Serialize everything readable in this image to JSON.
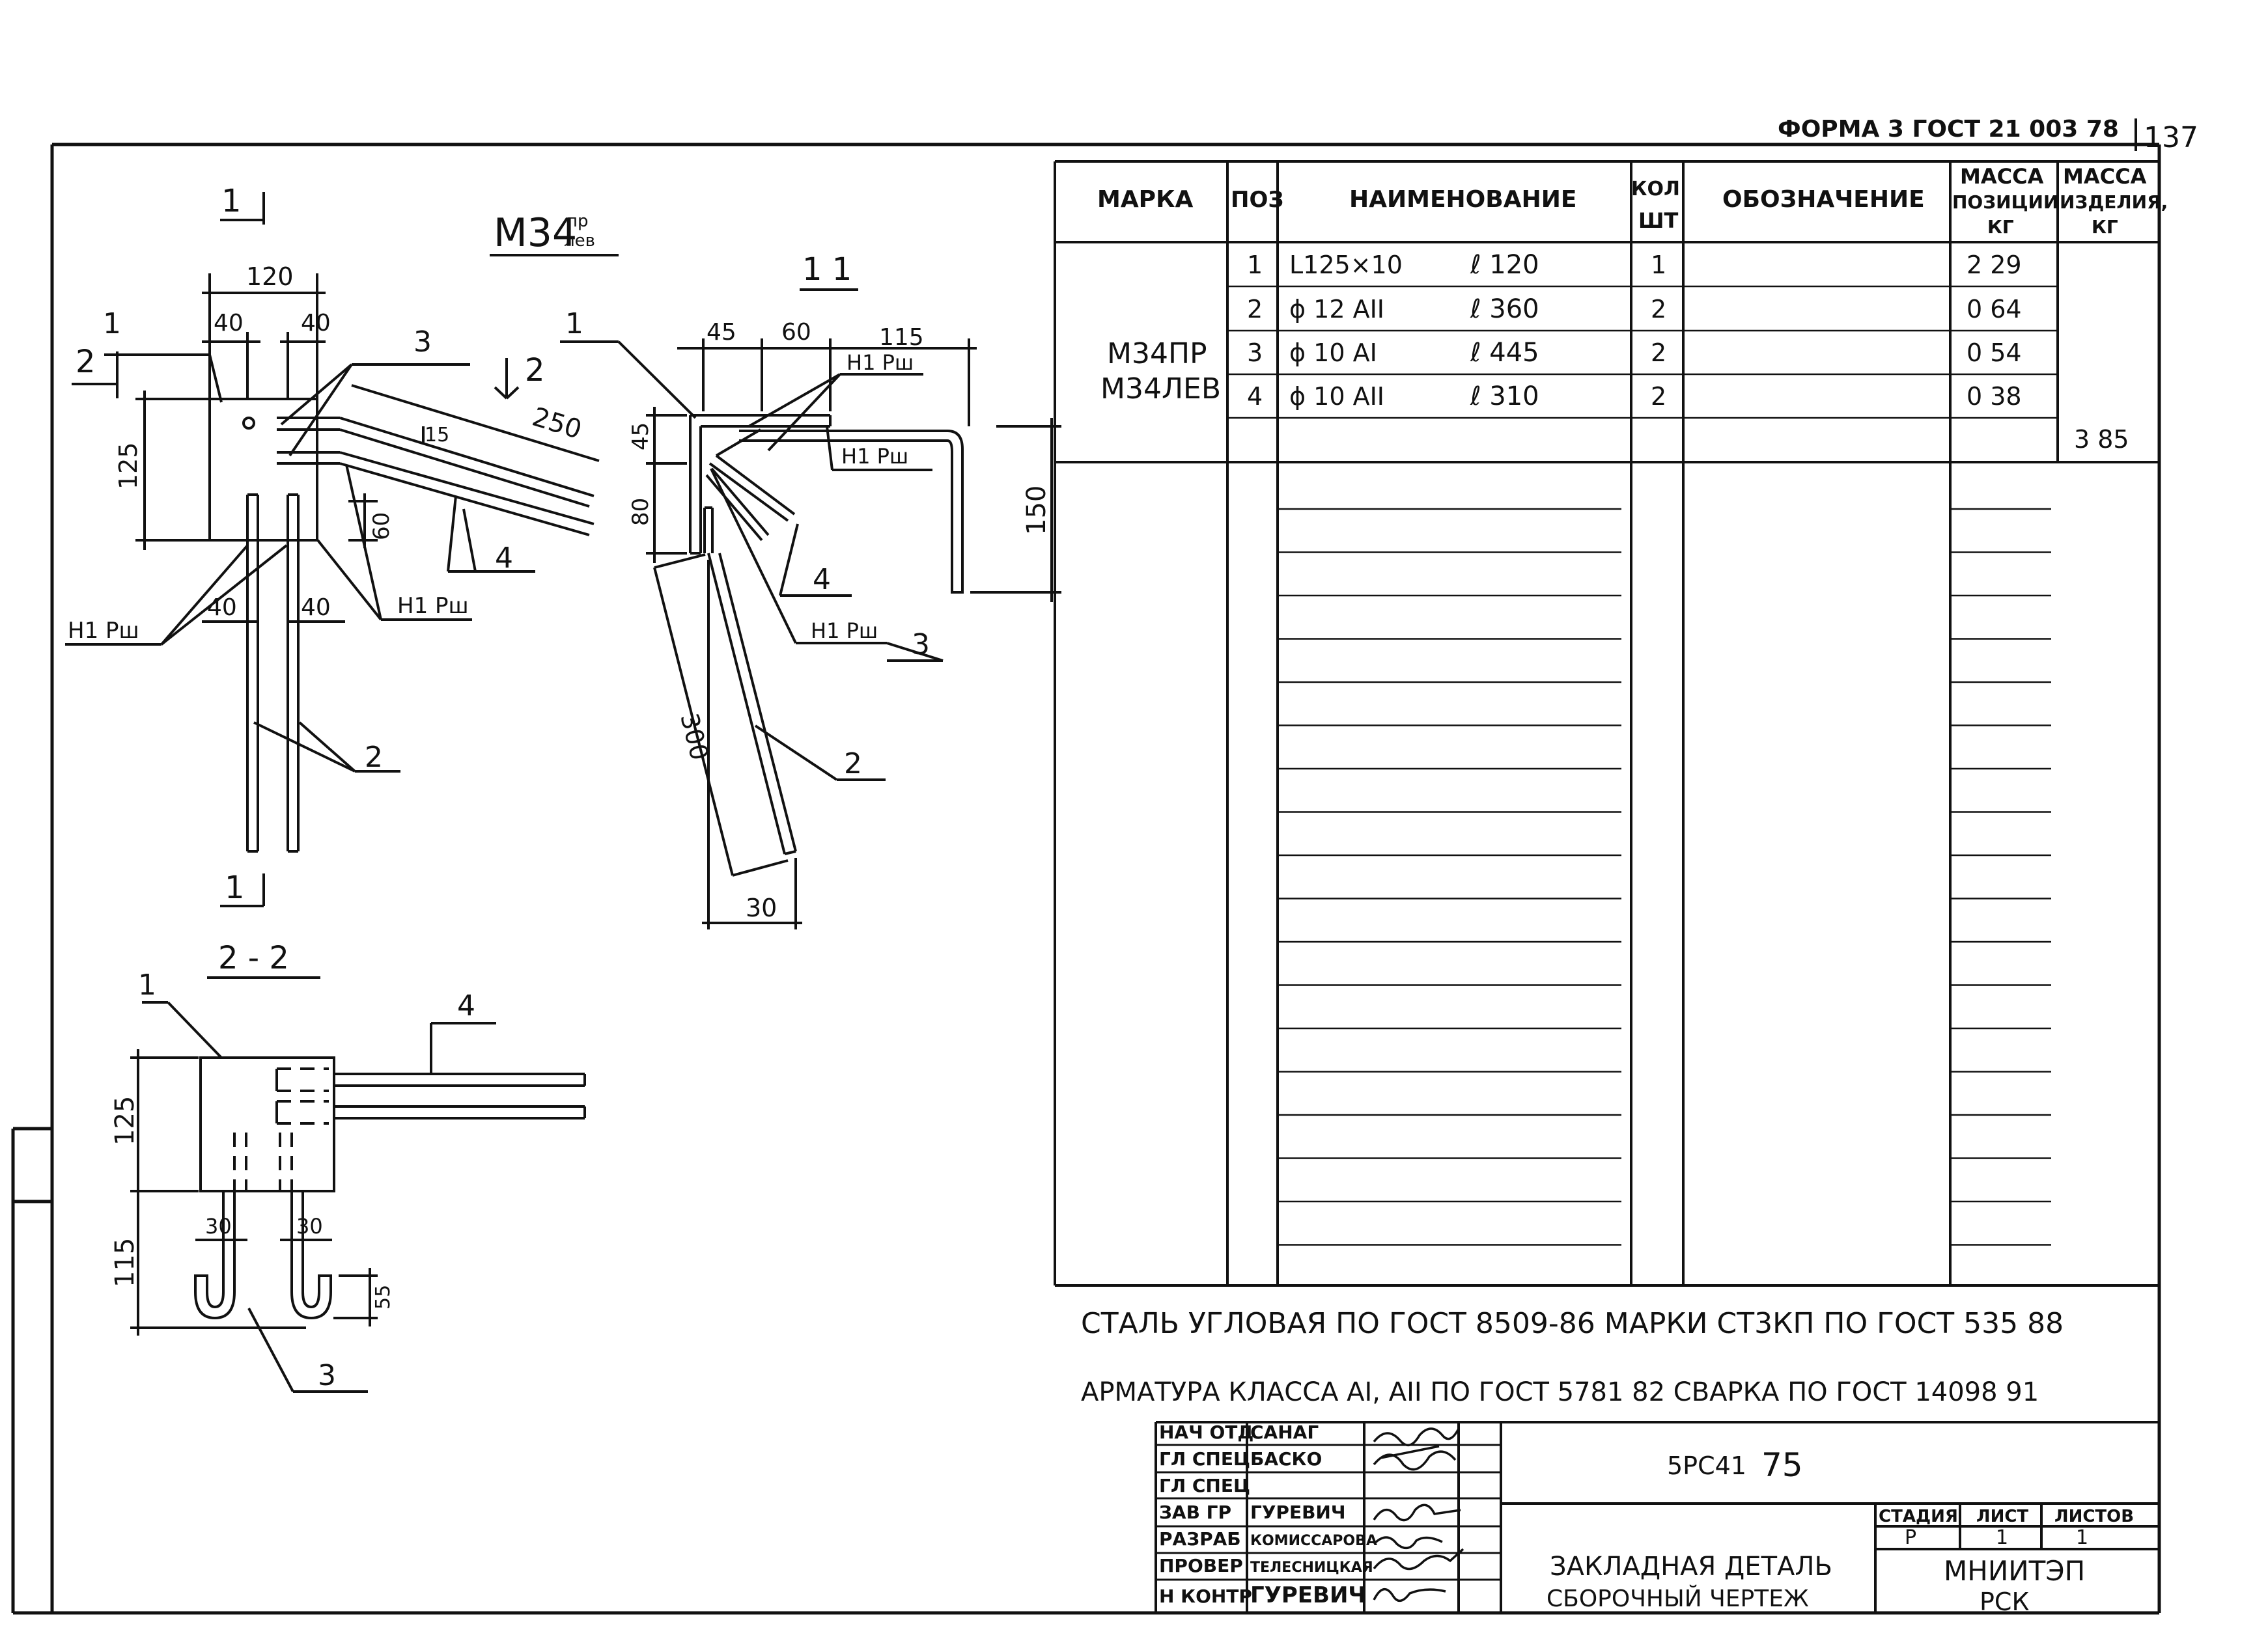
{
  "header": {
    "form": "ФОРМА 3 ГОСТ 21 003 78",
    "sheet_number": "137"
  },
  "drawing": {
    "mark": "М34",
    "mark_pr": "пр",
    "mark_lev": "лев",
    "sec_1": "1",
    "sec_2": "2",
    "sec11_title": "1 1",
    "sec22_title": "2 - 2",
    "weld": "Н1 Рш",
    "pos1": "1",
    "pos2": "2",
    "pos3": "3",
    "pos4": "4",
    "dims_plan": {
      "d120": "120",
      "d40": "40",
      "d125": "125",
      "d250": "250",
      "d15": "15",
      "d60": "60"
    },
    "dims_11": {
      "d45": "45",
      "d60": "60",
      "d115": "115",
      "d80": "80",
      "d150": "150",
      "d300": "300",
      "d30": "30"
    },
    "dims_22": {
      "d125": "125",
      "d115": "115",
      "d30": "30",
      "d55": "55"
    }
  },
  "spec": {
    "headers": {
      "mark": "МАРКА",
      "pos": "ПОЗ",
      "name": "НАИМЕНОВАНИЕ",
      "qty_1": "КОЛ",
      "qty_2": "ШТ",
      "designation": "ОБОЗНАЧЕНИЕ",
      "mass_pos_1": "МАССА",
      "mass_pos_2": "ПОЗИЦИИ",
      "mass_pos_3": "КГ",
      "mass_item_1": "МАССА",
      "mass_item_2": "ИЗДЕЛИЯ,",
      "mass_item_3": "КГ"
    },
    "marks": [
      "М34ПР",
      "М34ЛЕВ"
    ],
    "rows": [
      {
        "pos": "1",
        "name": "L125×10",
        "len": "ℓ 120",
        "qty": "1",
        "mass": "2 29"
      },
      {
        "pos": "2",
        "name": "ϕ 12 АII",
        "len": "ℓ 360",
        "qty": "2",
        "mass": "0 64"
      },
      {
        "pos": "3",
        "name": "ϕ 10 АI",
        "len": "ℓ 445",
        "qty": "2",
        "mass": "0 54"
      },
      {
        "pos": "4",
        "name": "ϕ 10 АII",
        "len": "ℓ 310",
        "qty": "2",
        "mass": "0 38"
      }
    ],
    "total_mass": "3 85"
  },
  "notes": [
    "СТАЛЬ УГЛОВАЯ ПО ГОСТ 8509-86 МАРКИ СТ3КП ПО ГОСТ 535 88",
    "АРМАТУРА КЛАССА АI, АII ПО ГОСТ 5781 82   СВАРКА ПО ГОСТ 14098 91"
  ],
  "title_block": {
    "roles": [
      {
        "role": "НАЧ ОТД",
        "name": "САНАГ"
      },
      {
        "role": "ГЛ СПЕЦ",
        "name": "БАСКО"
      },
      {
        "role": "ГЛ СПЕЦ",
        "name": ""
      },
      {
        "role": "ЗАВ ГР",
        "name": "ГУРЕВИЧ"
      },
      {
        "role": "РАЗРАБ",
        "name": "КОМИССАРОВА"
      },
      {
        "role": "ПРОВЕР",
        "name": "ТЕЛЕСНИЦКАЯ"
      },
      {
        "role": "Н КОНТР",
        "name": "ГУРЕВИЧ"
      }
    ],
    "code": "5РС41",
    "code_number": "75",
    "title_1": "ЗАКЛАДНАЯ ДЕТАЛЬ",
    "title_2": "СБОРОЧНЫЙ ЧЕРТЕЖ",
    "stage_label": "СТАДИЯ",
    "sheet_label": "ЛИСТ",
    "sheets_label": "ЛИСТОВ",
    "stage": "Р",
    "sheet": "1",
    "sheets": "1",
    "org_1": "МНИИТЭП",
    "org_2": "РСК"
  }
}
